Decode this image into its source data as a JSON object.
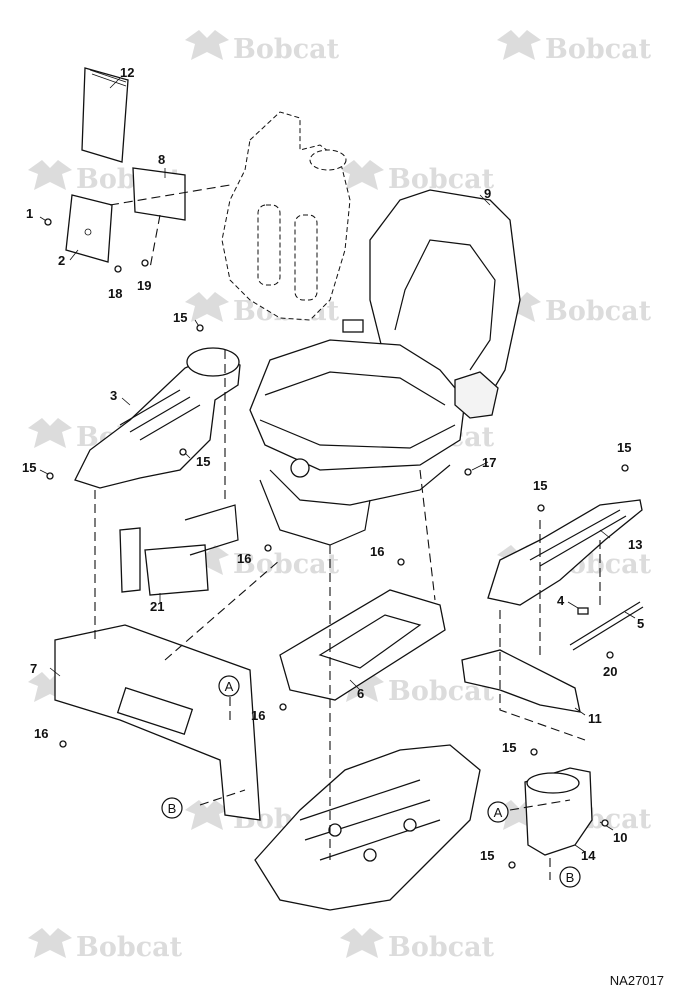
{
  "watermark": {
    "brand": "Bobcat"
  },
  "drawing_id": "NA27017",
  "callouts": [
    "1",
    "2",
    "3",
    "4",
    "5",
    "6",
    "7",
    "8",
    "9",
    "10",
    "11",
    "12",
    "13",
    "14",
    "15",
    "15",
    "15",
    "15",
    "15",
    "15",
    "15",
    "15",
    "16",
    "16",
    "16",
    "16",
    "17",
    "18",
    "19",
    "20",
    "21"
  ],
  "detail_refs": [
    "A",
    "A",
    "B",
    "B"
  ]
}
